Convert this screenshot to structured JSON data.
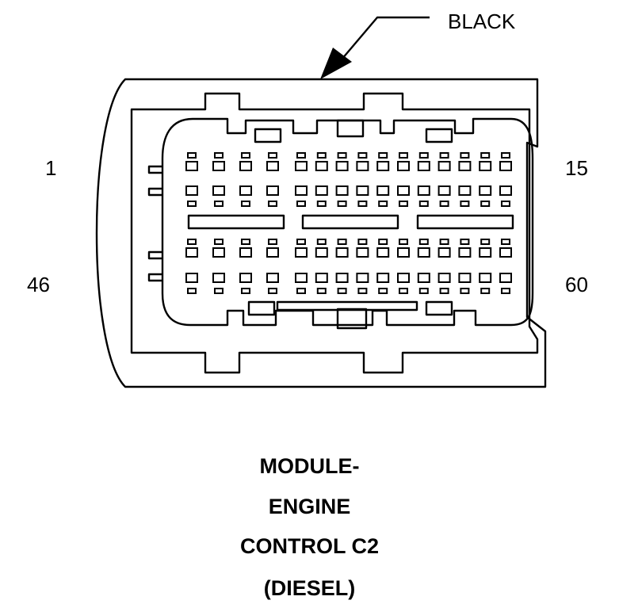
{
  "color_label": "BLACK",
  "pin_labels": {
    "top_left": "1",
    "top_right": "15",
    "bottom_left": "46",
    "bottom_right": "60"
  },
  "title_lines": [
    "MODULE-",
    "ENGINE",
    "CONTROL C2",
    "(DIESEL)"
  ],
  "colors": {
    "stroke": "#000000",
    "background": "#ffffff"
  }
}
